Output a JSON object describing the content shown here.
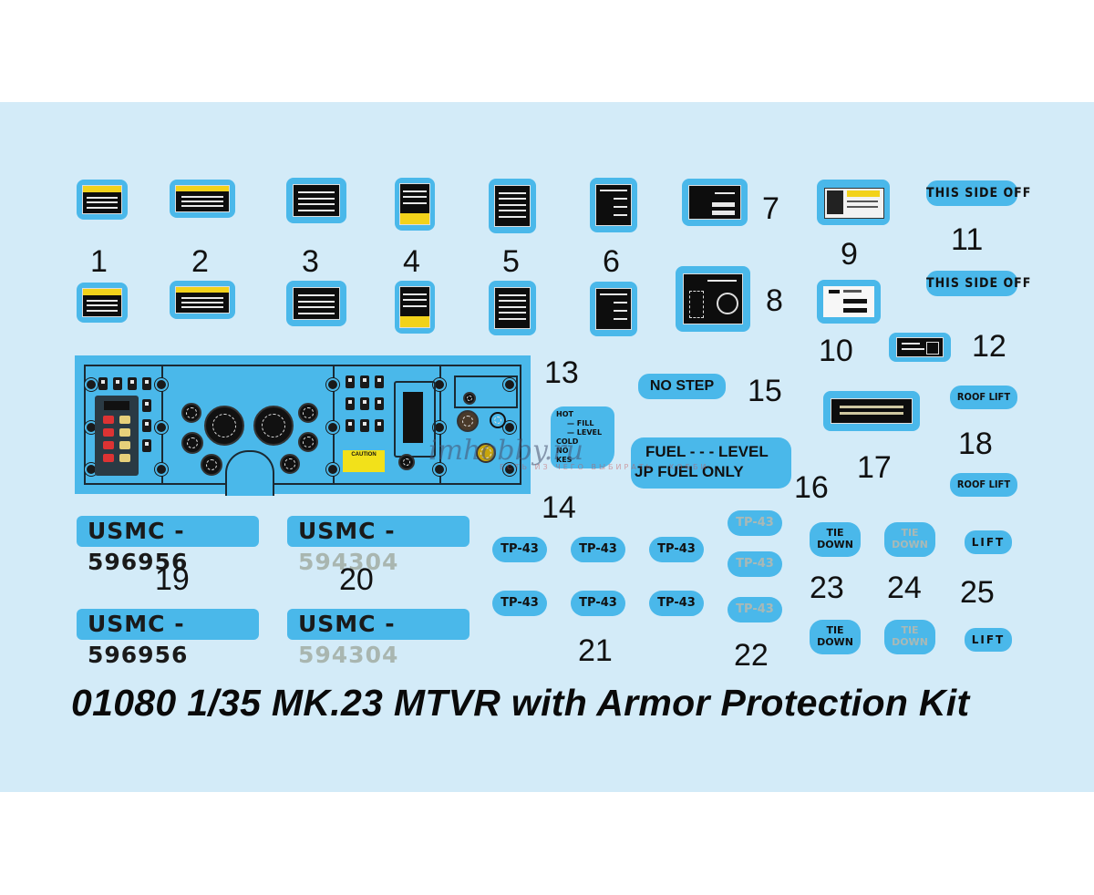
{
  "sheet": {
    "background_color": "#d3ebf8",
    "decal_blue": "#4ab8ea",
    "title": "01080 1/35 MK.23 MTVR with Armor Protection Kit"
  },
  "decal_numbers": [
    "1",
    "2",
    "3",
    "4",
    "5",
    "6",
    "7",
    "8",
    "9",
    "10",
    "11",
    "12",
    "13",
    "14",
    "15",
    "16",
    "17",
    "18",
    "19",
    "20",
    "21",
    "22",
    "23",
    "24",
    "25"
  ],
  "decals": {
    "caution_small_label": "CAUTION",
    "this_side_off": "THIS SIDE OFF",
    "no_step": "NO STEP",
    "fuel_level": "FUEL - - - LEVEL",
    "jp_fuel_only": "JP FUEL ONLY",
    "roof_lift": "ROOF LIFT",
    "hot_cold": {
      "hot": "HOT",
      "fill": "FILL",
      "level": "LEVEL",
      "cold": "COLD",
      "line5": "NO",
      "line6": "KES"
    },
    "usmc_19": {
      "prefix": "USMC - ",
      "number": "596956"
    },
    "usmc_20": {
      "prefix": "USMC - ",
      "number": "594304"
    },
    "tp43": "TP-43",
    "tie_down_line1": "TIE",
    "tie_down_line2": "DOWN",
    "lift": "LIFT",
    "dash_caution": "CAUTION"
  },
  "watermark": {
    "text": "imhobby.ru",
    "subtext": "ЕСТЬ ИЗ ЧЕГО ВЫБИРАТЬ · ХОББИ"
  }
}
